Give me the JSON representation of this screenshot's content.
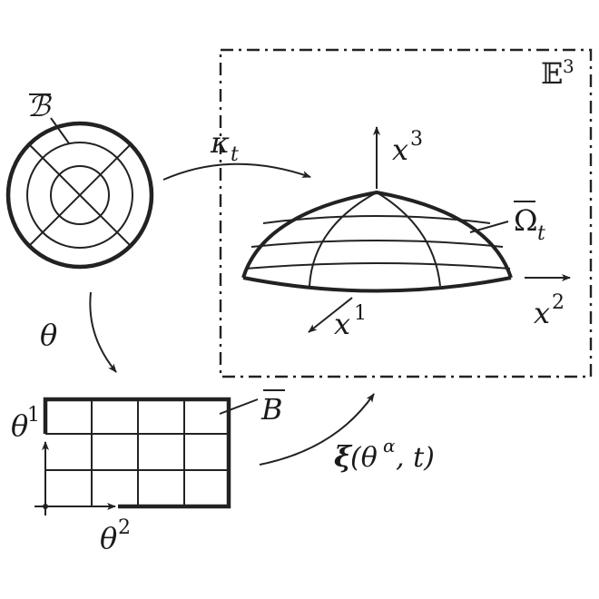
{
  "space_label": "𝔼",
  "space_label_exp": "3",
  "reference_body_label": "ℬ",
  "map_kappa": "κ",
  "map_kappa_sub": "t",
  "map_theta": "θ",
  "axis_x3": "x",
  "axis_x3_exp": "3",
  "axis_x1": "x",
  "axis_x1_exp": "1",
  "axis_x2": "x",
  "axis_x2_exp": "2",
  "current_config_label": "Ω",
  "current_config_sub": "t",
  "param_domain_label": "B",
  "coord_theta1": "θ",
  "coord_theta1_exp": "1",
  "coord_theta2": "θ",
  "coord_theta2_exp": "2",
  "map_xi_symbol": "ξ",
  "map_xi_open": "(θ",
  "map_xi_alpha": "α",
  "map_xi_rest": ", t)",
  "colors": {
    "ink": "#222222"
  }
}
